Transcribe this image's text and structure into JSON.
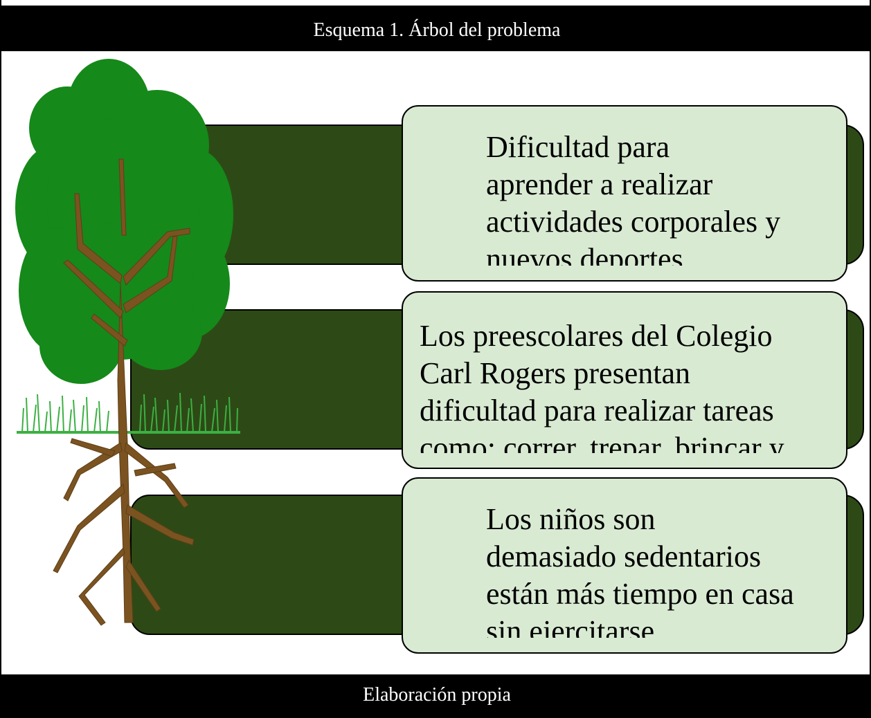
{
  "header": {
    "title": "Esquema 1. Árbol del problema"
  },
  "footer": {
    "caption": "Elaboración propia"
  },
  "cards": [
    {
      "text": "Dificultad para\naprender a realizar\nactividades corporales y\nnuevos deportes"
    },
    {
      "text": "Los preescolares del Colegio\nCarl Rogers presentan\ndificultad para realizar tareas\ncomo: correr, trepar, brincar y"
    },
    {
      "text": "Los niños son\ndemasiado sedentarios\nestán más tiempo en casa\nsin ejercitarse"
    }
  ],
  "colors": {
    "header_band": "#000000",
    "bar": "#2d4a16",
    "card": "#d9ead3",
    "foliage": "#15891a",
    "trunk": "#7b5321",
    "grass": "#3cb043"
  },
  "icons": {
    "tree": "tree-illustration"
  }
}
